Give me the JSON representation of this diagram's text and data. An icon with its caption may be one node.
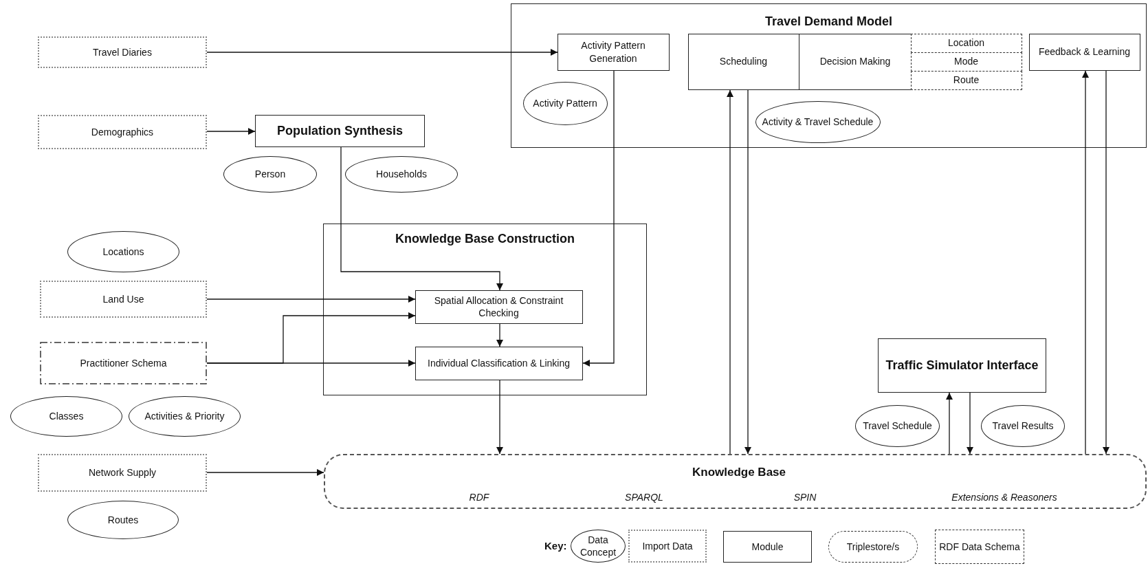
{
  "diagram": {
    "nodes": [
      {
        "text": [
          "Travel Diaries"
        ]
      },
      {
        "text": [
          "Demographics"
        ]
      },
      {
        "text": [
          "Population Synthesis"
        ]
      },
      {
        "text": [
          "Person"
        ]
      },
      {
        "text": [
          "Households"
        ]
      },
      {
        "text": [
          "Locations"
        ]
      },
      {
        "text": [
          "Land Use"
        ]
      },
      {
        "text": [
          "Practitioner Schema"
        ]
      },
      {
        "text": [
          "Classes"
        ]
      },
      {
        "text": [
          "Activities & Priority"
        ]
      },
      {
        "text": [
          "Network Supply"
        ]
      },
      {
        "text": [
          "Routes"
        ]
      },
      {
        "text": [
          "Travel Demand Model"
        ]
      },
      {
        "text": [
          "Activity Pattern Generation"
        ],
        "in": 12
      },
      {
        "text": [
          "Activity Pattern"
        ],
        "in": 12
      },
      {
        "text": [
          "Scheduling"
        ],
        "in": 12
      },
      {
        "text": [
          "Decision Making"
        ],
        "in": 12
      },
      {
        "text": [
          "Location"
        ],
        "in": 12
      },
      {
        "text": [
          "Mode"
        ],
        "in": 12
      },
      {
        "text": [
          "Route"
        ],
        "in": 12
      },
      {
        "text": [
          "Activity & Travel Schedule"
        ],
        "in": 12
      },
      {
        "text": [
          "Feedback & Learning"
        ],
        "in": 12
      },
      {
        "text": [
          "Knowledge Base Construction"
        ]
      },
      {
        "text": [
          "Spatial Allocation & Constraint Checking"
        ],
        "in": 22
      },
      {
        "text": [
          "Individual Classification & Linking"
        ],
        "in": 22
      },
      {
        "text": [
          "Traffic Simulator Interface"
        ]
      },
      {
        "text": [
          "Travel Schedule"
        ]
      },
      {
        "text": [
          "Travel Results"
        ]
      },
      {
        "text": [
          "Knowledge Base",
          "RDF",
          "SPARQL",
          "SPIN",
          "Extensions & Reasoners"
        ]
      }
    ],
    "edges": [
      {
        "from": 0,
        "to": 13,
        "arrow": "to"
      },
      {
        "from": 1,
        "to": 2,
        "arrow": "to"
      },
      {
        "from": 2,
        "to": 23,
        "arrow": "to"
      },
      {
        "from": 13,
        "to": 24,
        "arrow": "to"
      },
      {
        "from": 6,
        "to": 23,
        "arrow": "to"
      },
      {
        "from": 7,
        "to": 23,
        "arrow": "to"
      },
      {
        "from": 7,
        "to": 24,
        "arrow": "to"
      },
      {
        "from": 23,
        "to": 24,
        "arrow": "to"
      },
      {
        "from": 24,
        "to": 28,
        "arrow": "to"
      },
      {
        "from": 10,
        "to": 28,
        "arrow": "to"
      },
      {
        "from": 28,
        "to": 15,
        "arrow": "to"
      },
      {
        "from": 15,
        "to": 28,
        "arrow": "to"
      },
      {
        "from": 28,
        "to": 25,
        "arrow": "to"
      },
      {
        "from": 25,
        "to": 28,
        "arrow": "to"
      },
      {
        "from": 28,
        "to": 21,
        "arrow": "to"
      },
      {
        "from": 21,
        "to": 28,
        "arrow": "to"
      }
    ],
    "labels": [
      "Key:"
    ],
    "legend": [
      {
        "text": "Data Concept"
      },
      {
        "text": "Import Data"
      },
      {
        "text": "Module"
      },
      {
        "text": "Triplestore/s"
      },
      {
        "text": "RDF Data Schema"
      }
    ]
  }
}
